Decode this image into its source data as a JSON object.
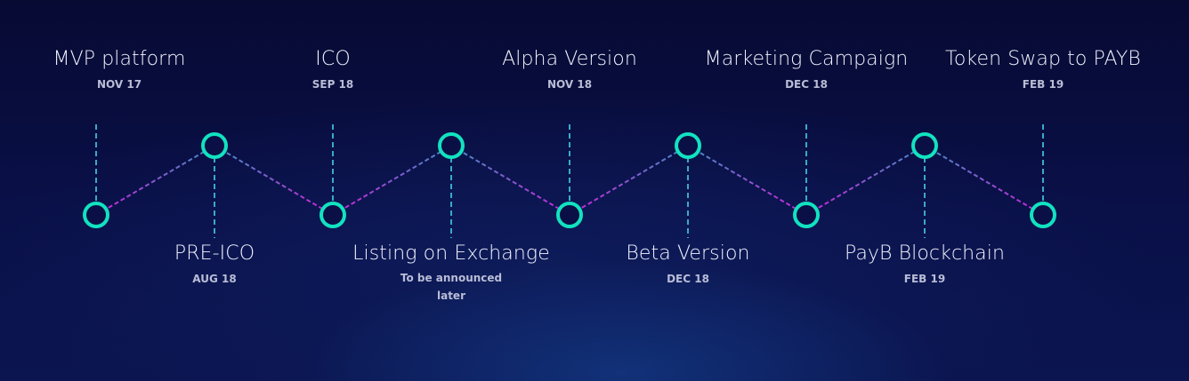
{
  "roadmap": {
    "milestones": [
      {
        "title": "MVP platform",
        "date": "NOV 17",
        "position": "top"
      },
      {
        "title": "PRE-ICO",
        "date": "AUG 18",
        "position": "bottom"
      },
      {
        "title": "ICO",
        "date": "SEP 18",
        "position": "top"
      },
      {
        "title": "Listing on Exchange",
        "date": "To be announced later",
        "position": "bottom"
      },
      {
        "title": "Alpha Version",
        "date": "NOV 18",
        "position": "top"
      },
      {
        "title": "Beta Version",
        "date": "DEC 18",
        "position": "bottom"
      },
      {
        "title": "Marketing Campaign",
        "date": "DEC 18",
        "position": "top"
      },
      {
        "title": "PayB Blockchain",
        "date": "FEB 19",
        "position": "bottom"
      },
      {
        "title": "Token Swap to PAYB",
        "date": "FEB 19",
        "position": "top"
      }
    ]
  },
  "colors": {
    "node": "#12e2c0",
    "connector": "#3aa9c9",
    "line_start": "#d01fd8",
    "line_end": "#3f8fc4"
  }
}
